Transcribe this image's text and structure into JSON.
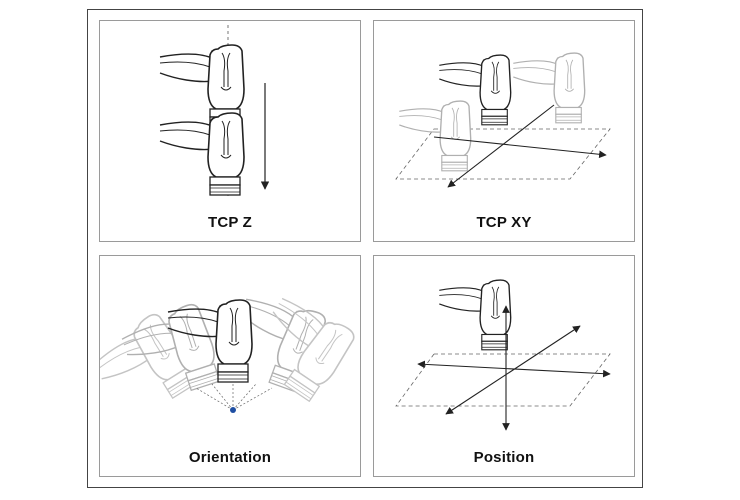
{
  "panels": [
    {
      "title": "TCP Z"
    },
    {
      "title": "TCP XY"
    },
    {
      "title": "Orientation"
    },
    {
      "title": "Position"
    }
  ],
  "icons": {
    "tool": "robot-tool-head-icon",
    "arrow": "direction-arrow-icon",
    "plane": "dashed-plane-icon",
    "tcp_point": "tcp-point-icon"
  },
  "colors": {
    "line": "#222222",
    "ghost": "#b0b0b0",
    "border": "#9a9a9a",
    "tcp_point": "#1f4fa3"
  }
}
